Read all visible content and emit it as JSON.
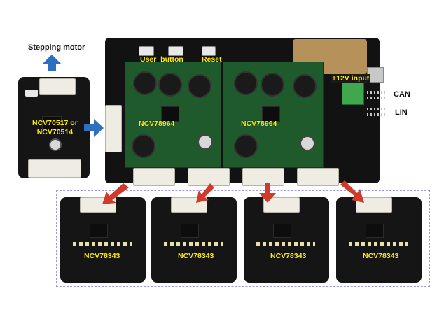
{
  "labels": {
    "stepping_motor": "Stepping motor",
    "motor_driver": "NCV70517 or\nNCV70514",
    "user_button": "User  button",
    "reset": "Reset",
    "input_12v": "+12V input",
    "can": "CAN",
    "lin": "LIN",
    "controller_left": "NCV78964",
    "controller_right": "NCV78964",
    "led_board_1": "NCV78343",
    "led_board_2": "NCV78343",
    "led_board_3": "NCV78343",
    "led_board_4": "NCV78343"
  },
  "colors": {
    "arrow_blue": "#2f6fc0",
    "arrow_red": "#d03a2a",
    "label_yellow": "#ffee00",
    "pcb_black": "#151515",
    "pcb_green": "#1f5a2c",
    "dashed_border": "#9a9ae0"
  }
}
